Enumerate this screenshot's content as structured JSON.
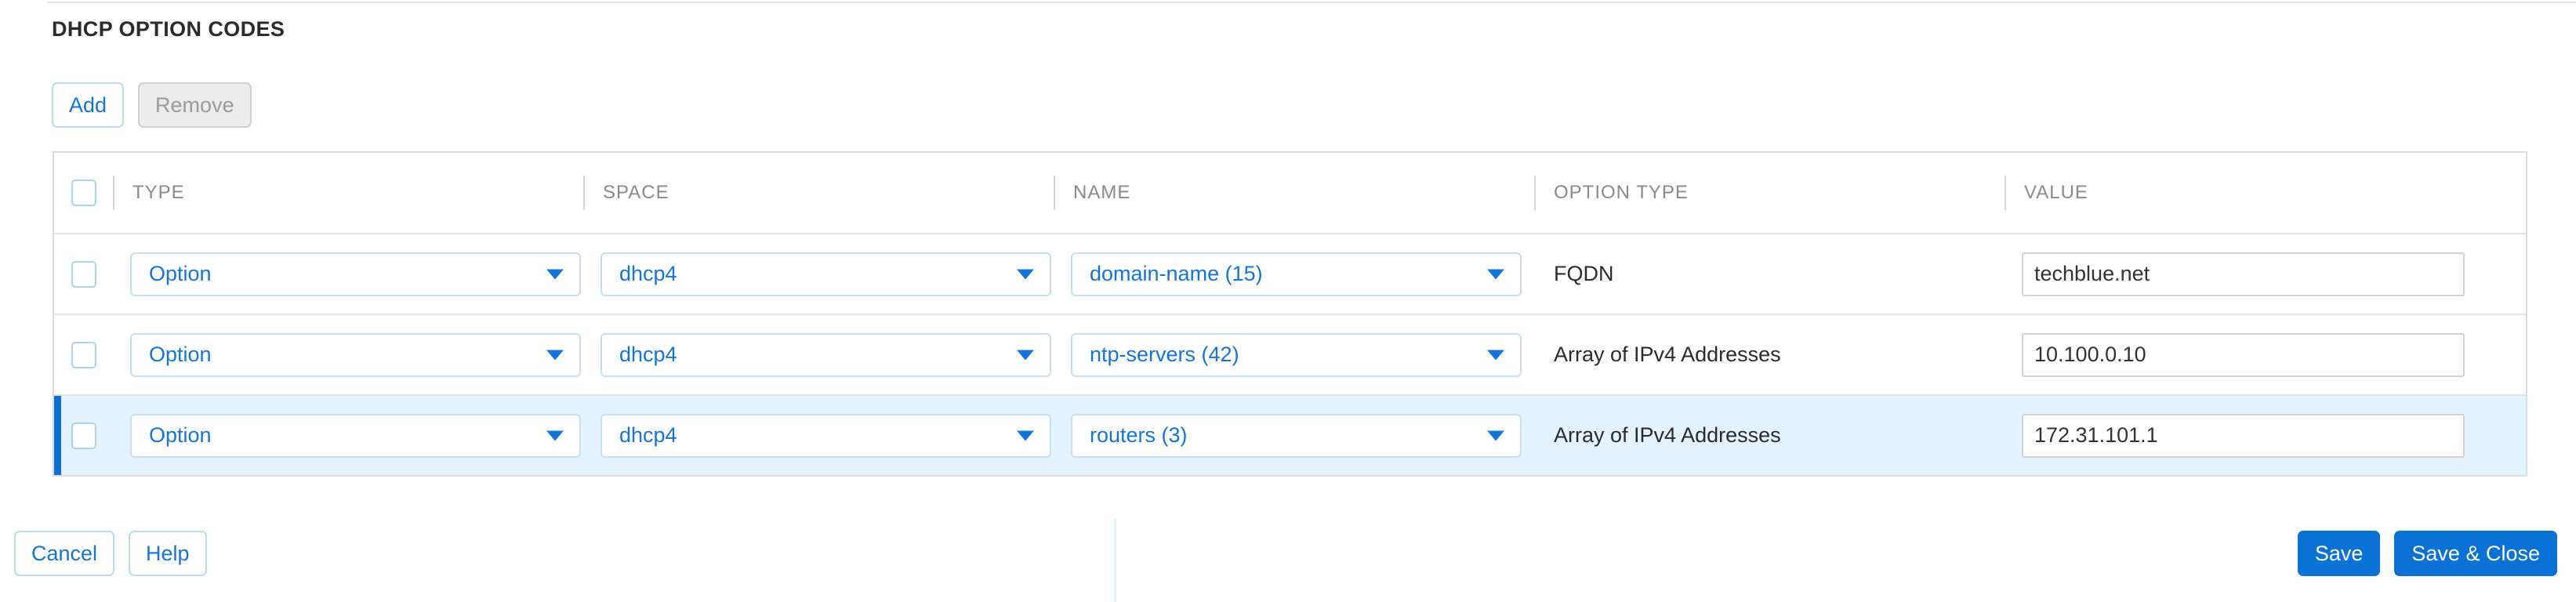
{
  "section": {
    "title": "DHCP OPTION CODES"
  },
  "toolbar": {
    "add_label": "Add",
    "remove_label": "Remove"
  },
  "table": {
    "columns": [
      "TYPE",
      "SPACE",
      "NAME",
      "OPTION TYPE",
      "VALUE"
    ],
    "select_all_checked": false,
    "rows": [
      {
        "checked": false,
        "selected": false,
        "type": "Option",
        "space": "dhcp4",
        "name": "domain-name (15)",
        "option_type": "FQDN",
        "value": "techblue.net"
      },
      {
        "checked": false,
        "selected": false,
        "type": "Option",
        "space": "dhcp4",
        "name": "ntp-servers (42)",
        "option_type": "Array of IPv4 Addresses",
        "value": "10.100.0.10"
      },
      {
        "checked": false,
        "selected": true,
        "type": "Option",
        "space": "dhcp4",
        "name": "routers (3)",
        "option_type": "Array of IPv4 Addresses",
        "value": "172.31.101.1"
      }
    ]
  },
  "footer": {
    "cancel_label": "Cancel",
    "help_label": "Help",
    "save_label": "Save",
    "save_close_label": "Save & Close"
  },
  "colors": {
    "accent_blue": "#0a72d4",
    "link_blue": "#1574d8",
    "selected_row_bg": "#e3f2fd",
    "selected_row_bar": "#0f6fd0"
  }
}
